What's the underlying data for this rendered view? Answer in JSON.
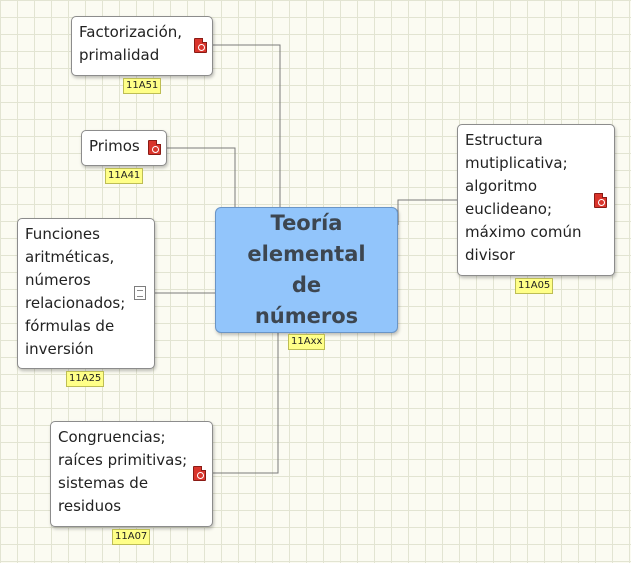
{
  "central": {
    "title": "Teoría elemental de números",
    "tag": "11Axx"
  },
  "nodes": [
    {
      "id": "factorizacion",
      "label": "Factorización, primalidad",
      "tag": "11A51",
      "icon": "pdf-icon"
    },
    {
      "id": "primos",
      "label": "Primos",
      "tag": "11A41",
      "icon": "pdf-icon"
    },
    {
      "id": "funciones",
      "label": "Funciones aritméticas, números relacionados; fórmulas de inversión",
      "tag": "11A25",
      "icon": "document-icon"
    },
    {
      "id": "congruencias",
      "label": "Congruencias; raíces primitivas; sistemas de residuos",
      "tag": "11A07",
      "icon": "pdf-icon"
    },
    {
      "id": "estructura",
      "label": "Estructura mutiplicativa; algoritmo euclideano; máximo común divisor",
      "tag": "11A05",
      "icon": "pdf-icon"
    }
  ]
}
